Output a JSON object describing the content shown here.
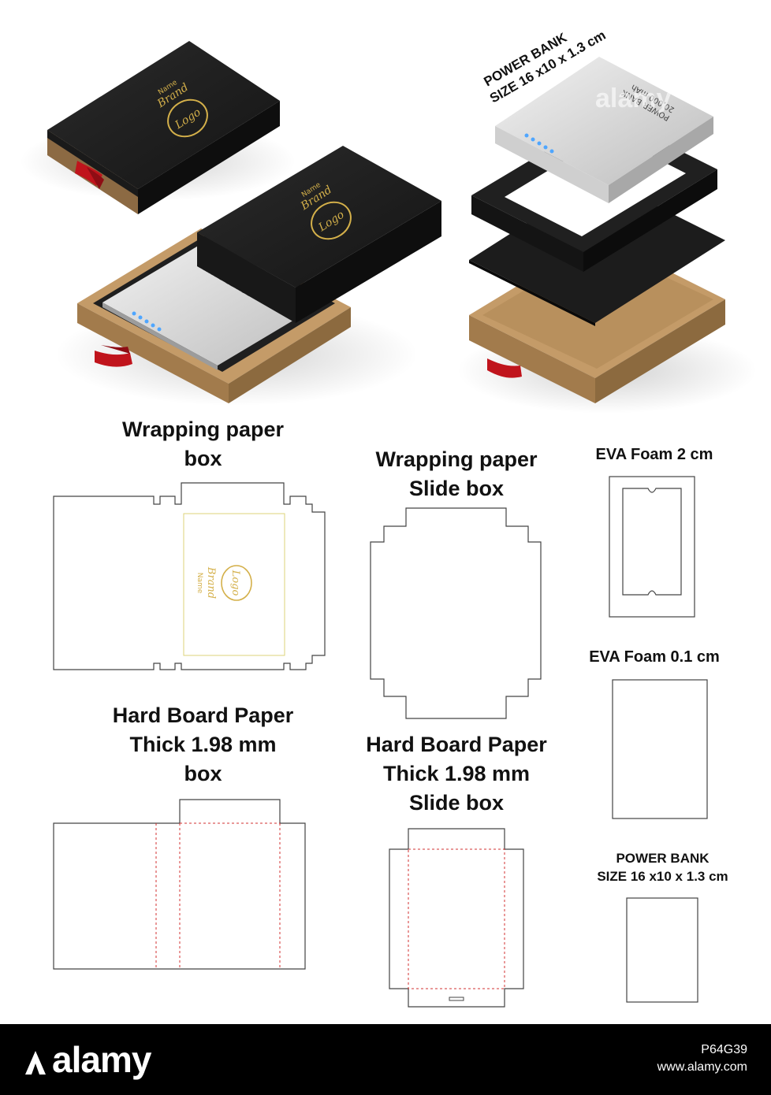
{
  "labels": {
    "wrapping_box": [
      "Wrapping paper",
      "box"
    ],
    "wrapping_slide": [
      "Wrapping paper",
      "Slide box"
    ],
    "eva_2": "EVA Foam 2 cm",
    "eva_01": "EVA Foam 0.1 cm",
    "hard_box": [
      "Hard Board Paper",
      "Thick 1.98 mm",
      "box"
    ],
    "hard_slide": [
      "Hard Board Paper",
      "Thick 1.98 mm",
      "Slide box"
    ],
    "power_bank_bottom": [
      "POWER BANK",
      "SIZE 16 x10 x 1.3 cm"
    ],
    "power_bank_top": [
      "POWER BANK",
      "SIZE 16 x10 x 1.3 cm"
    ]
  },
  "box_print": {
    "logo": "Logo",
    "brand": "Brand",
    "name": "Name",
    "device_title": "POWER BANK",
    "device_capacity": "20,000 mAh"
  },
  "watermark": "alamy",
  "footer": {
    "logo": "alamy",
    "image_id": "P64G39",
    "site": "www.alamy.com"
  },
  "colors": {
    "lid": "#1d1d1d",
    "tray": "#b18a59",
    "ribbon": "#c0141c",
    "gold": "#d4b04a",
    "powerbank": "#d7d7d7",
    "cut_line": "#444444",
    "fold_line": "#d33030"
  }
}
